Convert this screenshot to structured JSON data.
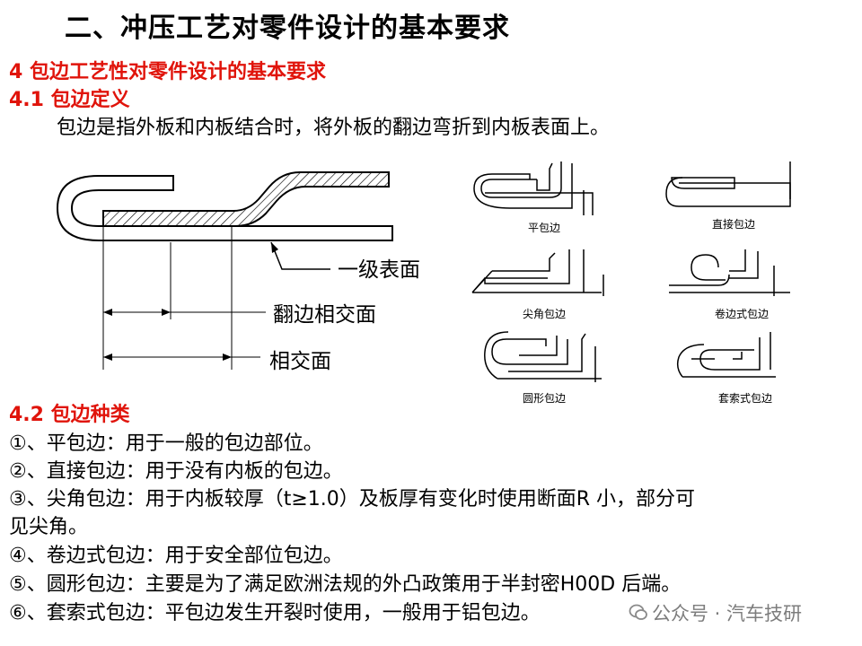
{
  "title": "二、冲压工艺对零件设计的基本要求",
  "section": {
    "heading": "4 包边工艺性对零件设计的基本要求",
    "sub1": "4.1 包边定义",
    "definition": "包边是指外板和内板结合时，将外板的翻边弯折到内板表面上。",
    "sub2": "4.2 包边种类"
  },
  "figure": {
    "labels": {
      "surface1": "一级表面",
      "flange_intersection": "翻边相交面",
      "intersection": "相交面"
    },
    "types": [
      "平包边",
      "直接包边",
      "尖角包边",
      "卷边式包边",
      "圆形包边",
      "套索式包边"
    ]
  },
  "items": [
    "①、平包边：用于一般的包边部位。",
    "②、直接包边：用于没有内板的包边。",
    "③、尖角包边：用于内板较厚（t≥1.0）及板厚有变化时使用断面R 小，部分可",
    "见尖角。",
    "④、卷边式包边：用于安全部位包边。",
    "⑤、圆形包边：主要是为了满足欧洲法规的外凸政策用于半封密H00D 后端。",
    "⑥、套索式包边：平包边发生开裂时使用，一般用于铝包边。"
  ],
  "watermark": "公众号 · 汽车技研"
}
